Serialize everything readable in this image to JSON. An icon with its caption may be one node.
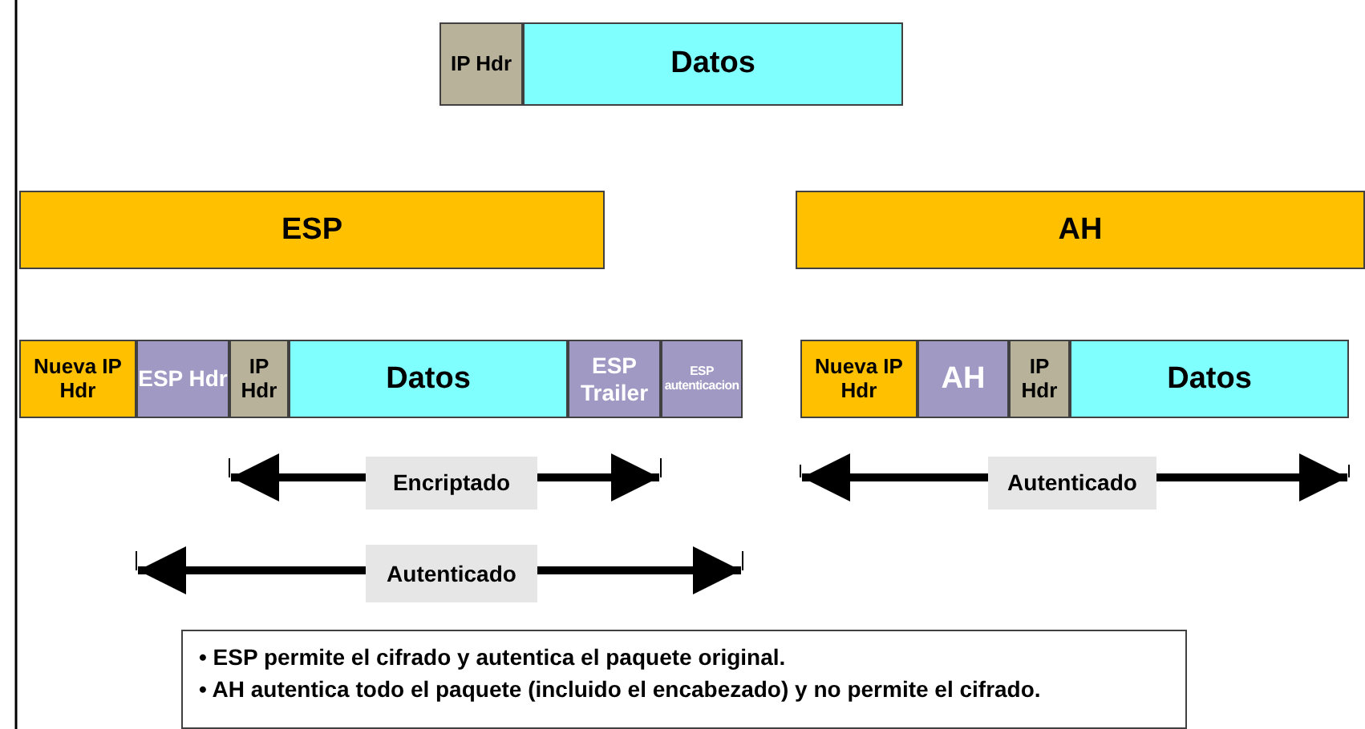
{
  "diagram": {
    "nodes": [
      {
        "text": [
          "IP Hdr"
        ]
      },
      {
        "text": [
          "Datos"
        ]
      },
      {
        "text": [
          "ESP"
        ]
      },
      {
        "text": [
          "AH"
        ]
      },
      {
        "text": [
          "Nueva IP Hdr"
        ]
      },
      {
        "text": [
          "ESP Hdr"
        ]
      },
      {
        "text": [
          "IP Hdr"
        ]
      },
      {
        "text": [
          "Datos"
        ]
      },
      {
        "text": [
          "ESP Trailer"
        ]
      },
      {
        "text": [
          "ESP autenticacion"
        ]
      },
      {
        "text": [
          "Nueva IP Hdr"
        ]
      },
      {
        "text": [
          "AH"
        ]
      },
      {
        "text": [
          "IP Hdr"
        ]
      },
      {
        "text": [
          "Datos"
        ]
      },
      {
        "text": [
          "Encriptado"
        ]
      },
      {
        "text": [
          "Autenticado"
        ]
      },
      {
        "text": [
          "Autenticado"
        ]
      },
      {
        "text": [
          "• ESP permite el cifrado y autentica el paquete original.",
          "• AH autentica todo el paquete (incluido el encabezado) y no permite el cifrado."
        ]
      }
    ]
  }
}
